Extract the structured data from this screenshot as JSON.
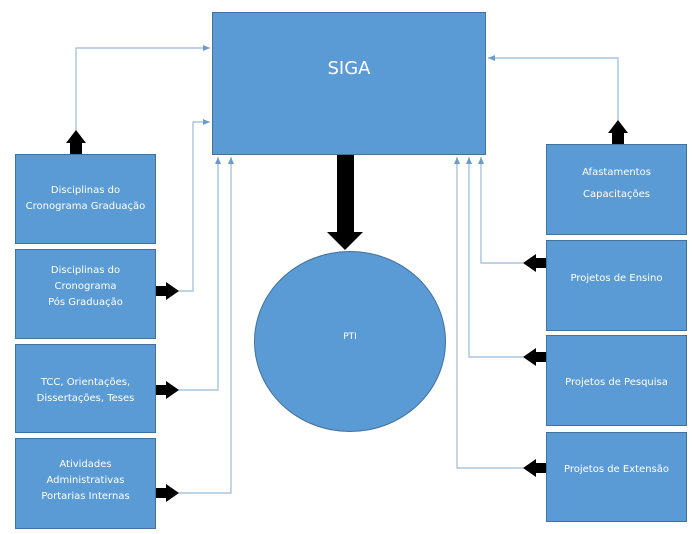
{
  "diagram": {
    "central": {
      "label": "SIGA"
    },
    "output": {
      "label": "PTI"
    },
    "left_nodes": [
      {
        "lines": [
          "Disciplinas do",
          "Cronograma Graduação"
        ]
      },
      {
        "lines": [
          "Disciplinas do",
          "Cronograma",
          "Pós Graduação"
        ]
      },
      {
        "lines": [
          "TCC, Orientações,",
          "Dissertações, Teses"
        ]
      },
      {
        "lines": [
          "Atividades",
          "Administrativas",
          "Portarias Internas"
        ]
      }
    ],
    "right_nodes": [
      {
        "lines": [
          "Afastamentos",
          "Capacitações"
        ]
      },
      {
        "lines": [
          "Projetos de Ensino"
        ]
      },
      {
        "lines": [
          "Projetos de Pesquisa"
        ]
      },
      {
        "lines": [
          "Projetos de Extensão"
        ]
      }
    ],
    "colors": {
      "node_fill": "#5b9bd5",
      "node_border": "#41719c",
      "connector": "#8fb1d3",
      "arrow": "#000000"
    }
  }
}
